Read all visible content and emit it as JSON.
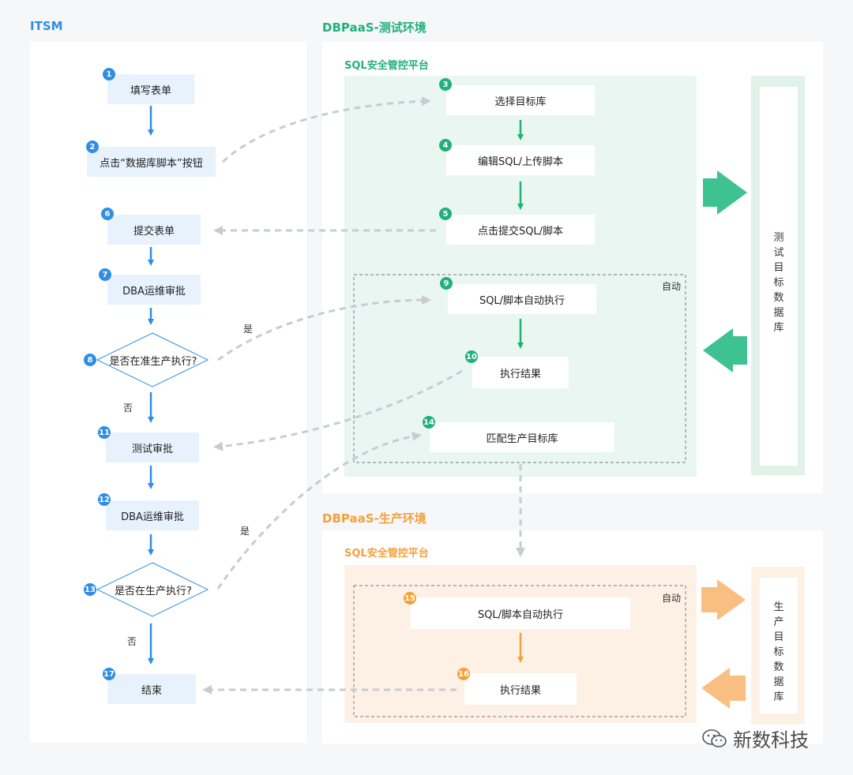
{
  "sections": {
    "itsm": "ITSM",
    "test_env": "DBPaaS-测试环境",
    "prod_env": "DBPaaS-生产环境",
    "test_platform": "SQL安全管控平台",
    "prod_platform": "SQL安全管控平台"
  },
  "itsm_steps": [
    {
      "num": "1",
      "label": "填写表单"
    },
    {
      "num": "2",
      "label": "点击“数据库脚本”按钮"
    },
    {
      "num": "6",
      "label": "提交表单"
    },
    {
      "num": "7",
      "label": "DBA运维审批"
    },
    {
      "num": "8",
      "label": "是否在准生产执行?"
    },
    {
      "num": "11",
      "label": "测试审批"
    },
    {
      "num": "12",
      "label": "DBA运维审批"
    },
    {
      "num": "13",
      "label": "是否在生产执行?"
    },
    {
      "num": "17",
      "label": "结束"
    }
  ],
  "test_steps": [
    {
      "num": "3",
      "label": "选择目标库"
    },
    {
      "num": "4",
      "label": "编辑SQL/上传脚本"
    },
    {
      "num": "5",
      "label": "点击提交SQL/脚本"
    },
    {
      "num": "9",
      "label": "SQL/脚本自动执行"
    },
    {
      "num": "10",
      "label": "执行结果"
    },
    {
      "num": "14",
      "label": "匹配生产目标库"
    }
  ],
  "prod_steps": [
    {
      "num": "15",
      "label": "SQL/脚本自动执行"
    },
    {
      "num": "16",
      "label": "执行结果"
    }
  ],
  "auto_label_test": "自动",
  "auto_label_prod": "自动",
  "yes_1": "是",
  "no_1": "否",
  "yes_2": "是",
  "no_2": "否",
  "test_db": "测试目标数据库",
  "prod_db": "生产目标数据库",
  "watermark": "新数科技",
  "colors": {
    "blue": "#2f8de4",
    "green": "#21b07b",
    "orange": "#f4a03c",
    "gray": "#c8ccd1"
  }
}
